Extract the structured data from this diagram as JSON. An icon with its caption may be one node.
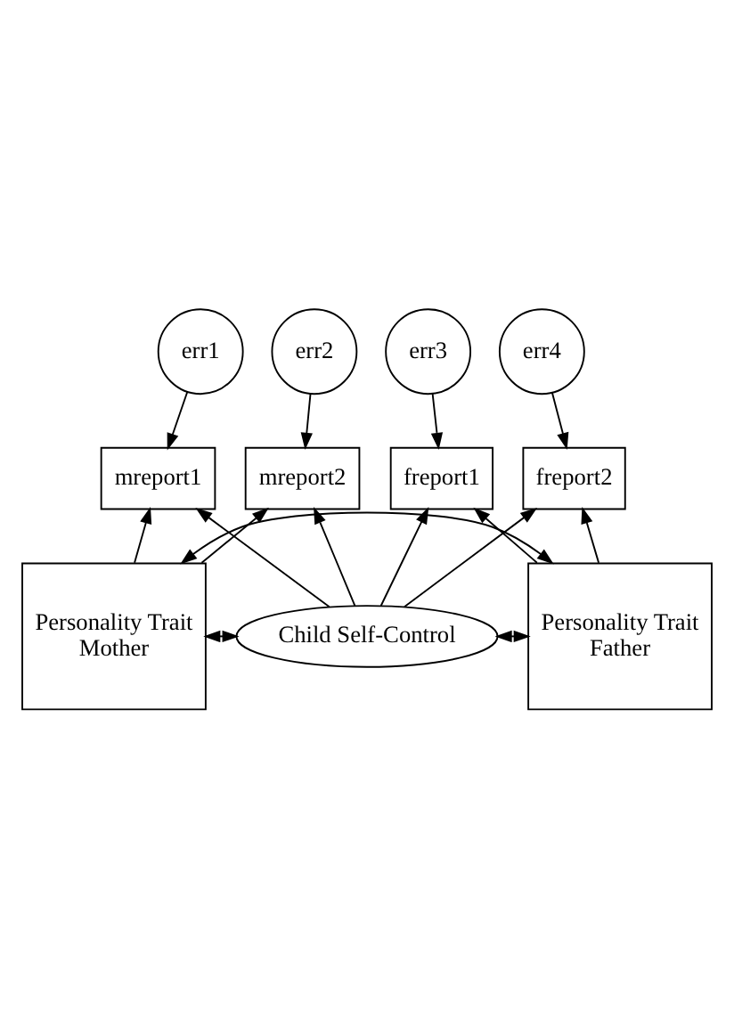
{
  "diagram": {
    "nodes": [
      {
        "text": [
          "err1"
        ]
      },
      {
        "text": [
          "err2"
        ]
      },
      {
        "text": [
          "err3"
        ]
      },
      {
        "text": [
          "err4"
        ]
      },
      {
        "text": [
          "mreport1"
        ]
      },
      {
        "text": [
          "mreport2"
        ]
      },
      {
        "text": [
          "freport1"
        ]
      },
      {
        "text": [
          "freport2"
        ]
      },
      {
        "text": [
          "Child Self-Control"
        ]
      },
      {
        "text": [
          "Personality Trait Mother"
        ]
      },
      {
        "text": [
          "Personality Trait Father"
        ]
      }
    ],
    "edges": [
      {
        "from": 0,
        "to": 4,
        "arrow": "to"
      },
      {
        "from": 1,
        "to": 5,
        "arrow": "to"
      },
      {
        "from": 2,
        "to": 6,
        "arrow": "to"
      },
      {
        "from": 3,
        "to": 7,
        "arrow": "to"
      },
      {
        "from": 8,
        "to": 4,
        "arrow": "to"
      },
      {
        "from": 8,
        "to": 5,
        "arrow": "to"
      },
      {
        "from": 8,
        "to": 6,
        "arrow": "to"
      },
      {
        "from": 8,
        "to": 7,
        "arrow": "to"
      },
      {
        "from": 9,
        "to": 4,
        "arrow": "to"
      },
      {
        "from": 9,
        "to": 5,
        "arrow": "to"
      },
      {
        "from": 10,
        "to": 6,
        "arrow": "to"
      },
      {
        "from": 10,
        "to": 7,
        "arrow": "to"
      },
      {
        "from": 8,
        "to": 9,
        "arrow": "both"
      },
      {
        "from": 8,
        "to": 10,
        "arrow": "both"
      },
      {
        "from": 9,
        "to": 10,
        "arrow": "both"
      }
    ]
  }
}
